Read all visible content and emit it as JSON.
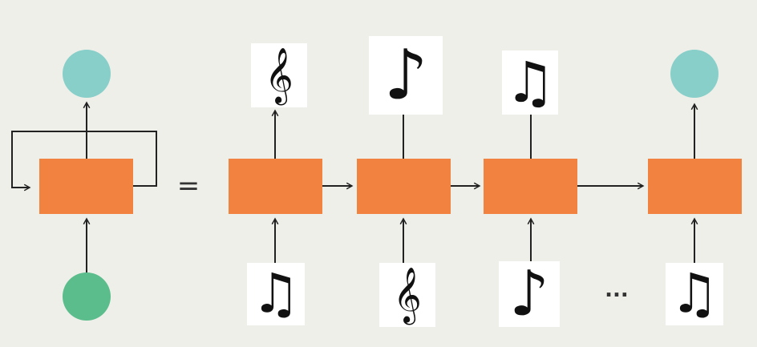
{
  "colors": {
    "cell": "#f28240",
    "output_node": "#88cfc9",
    "input_node": "#5bbd8b",
    "edge": "#222222",
    "background": "#efefea"
  },
  "equals_symbol": "=",
  "ellipsis": "...",
  "folded": {
    "input": "input-node",
    "cell": "rnn-cell",
    "output": "output-node"
  },
  "unrolled_steps": [
    {
      "input_icon": "beamed-eighth-notes-icon",
      "output_icon": "treble-clef-icon"
    },
    {
      "input_icon": "treble-clef-icon",
      "output_icon": "eighth-note-icon"
    },
    {
      "input_icon": "eighth-note-icon",
      "output_icon": "beamed-eighth-notes-icon"
    },
    {
      "input_icon": "beamed-eighth-notes-icon",
      "output_icon": "output-node"
    }
  ]
}
